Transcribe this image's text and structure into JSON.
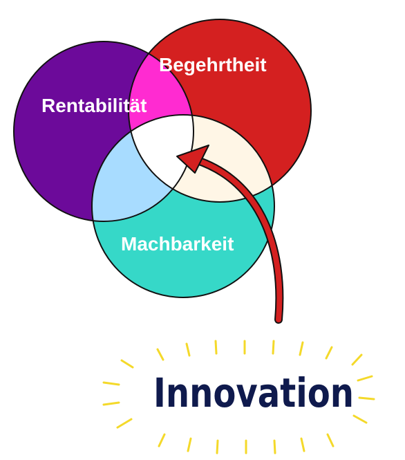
{
  "diagram": {
    "circles": {
      "rentability": {
        "label": "Rentabilität",
        "color": "#6c0a9a"
      },
      "desirability": {
        "label": "Begehrtheit",
        "color": "#d42020"
      },
      "feasibility": {
        "label": "Machbarkeit",
        "color": "#36d8c8"
      }
    },
    "overlaps": {
      "rentability_desirability": "#ff2bd1",
      "rentability_feasibility": "#a8dcff",
      "desirability_feasibility": "#fff6e6",
      "center": "#ffffff"
    },
    "arrow": {
      "color": "#d42020"
    },
    "innovation": {
      "label": "Innovation",
      "text_color": "#0f1a4d",
      "rays_color": "#f4d92a"
    }
  }
}
